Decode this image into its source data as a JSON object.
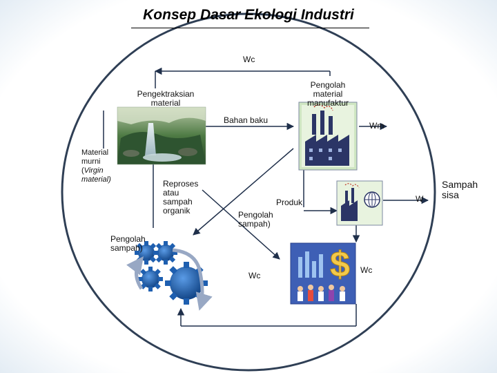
{
  "title": "Konsep Dasar Ekologi Industri",
  "labels": {
    "wc_top": "Wc",
    "ekstraksi_1": "Pengektraksian",
    "ekstraksi_2": "material",
    "manufaktur_1": "Pengolah",
    "manufaktur_2": "material",
    "manufaktur_3": "manufaktur",
    "bahan_baku": "Bahan baku",
    "wm": "Wm",
    "virgin_1": "Material",
    "virgin_2": "murni",
    "virgin_3_open": "(",
    "virgin_3_word": "Virgin",
    "virgin_4": "material)",
    "reproses_1": "Reproses",
    "reproses_2": "atau",
    "reproses_3": "sampah",
    "reproses_4": "organik",
    "produk": "Produk",
    "w": "W",
    "sampah_sisa_1": "Sampah",
    "sampah_sisa_2": "sisa",
    "pengolah_sampah_mid_1": "Pengolah",
    "pengolah_sampah_mid_2": "sampah)",
    "pengolah_sampah_left_1": "Pengolah",
    "pengolah_sampah_left_2": "sampah)",
    "wc_bottom_mid": "Wc",
    "wc_bottom_right": "Wc"
  },
  "colors": {
    "loop": "#2f3f55",
    "flow_line": "#1f2f4a",
    "gear": "#1e5fb0",
    "gear_dark": "#0d3f80",
    "arrow_grey": "#98a8c4",
    "factory_panel": "#cfe6c2",
    "factory_dark": "#2b3566",
    "people_bg": "#3e5fb5",
    "forest_green": "#3f6b3a"
  },
  "icons": {
    "forest": "forest-waterfall-image",
    "factory_main": "factory-icon",
    "factory_product": "factory-globe-icon",
    "gears": "gear-icon",
    "people": "business-people-dollar-icon"
  }
}
